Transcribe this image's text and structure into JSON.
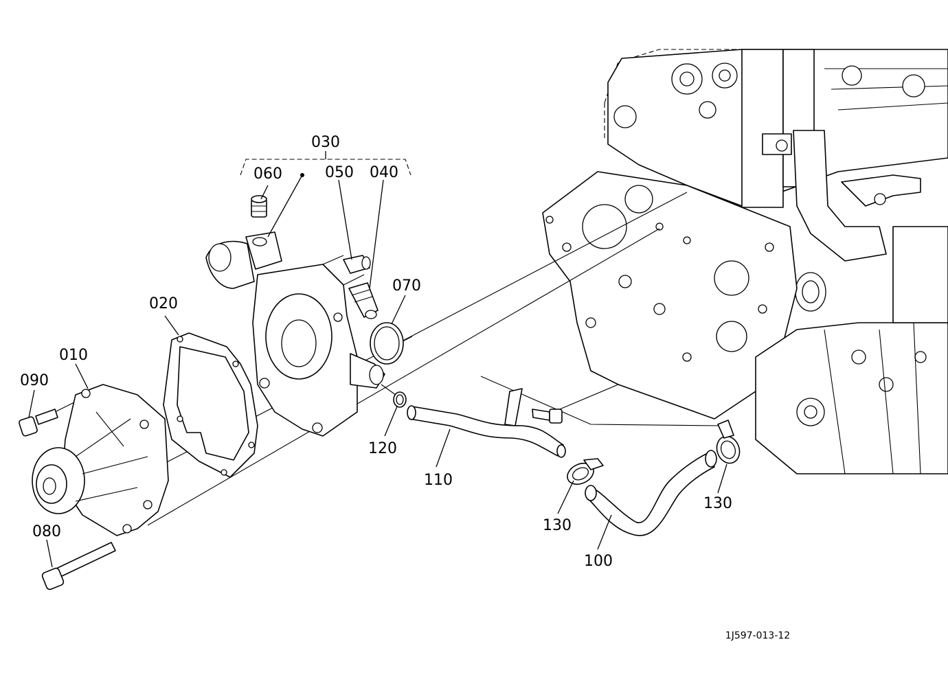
{
  "labels": {
    "p010": "010",
    "p020": "020",
    "p030": "030",
    "p040": "040",
    "p050": "050",
    "p060": "060",
    "p070": "070",
    "p080": "080",
    "p090": "090",
    "p100": "100",
    "p110": "110",
    "p120": "120",
    "p130a": "130",
    "p130b": "130"
  },
  "drawing_code": "1J597-013-12"
}
